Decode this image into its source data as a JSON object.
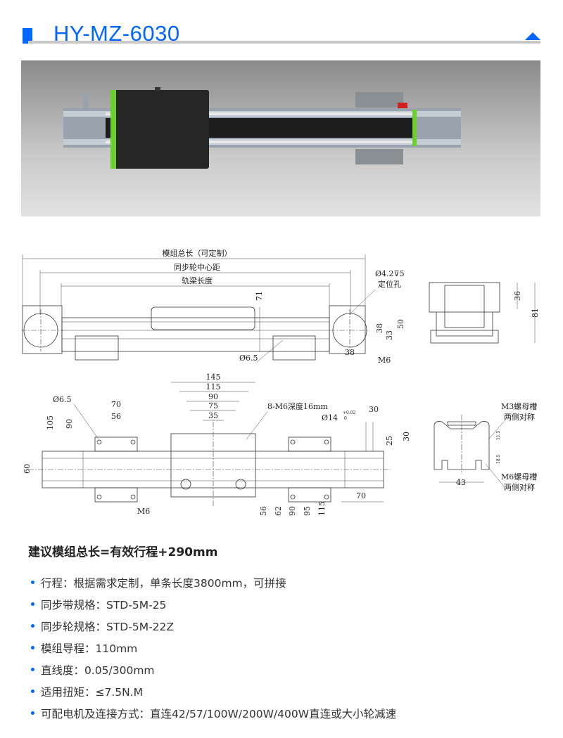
{
  "header": {
    "title": "HY-MZ-6030",
    "collapse_icon": "triangle-up-icon",
    "accent": "#0066ff"
  },
  "drawing_top": {
    "total_length": "模组总长（可定制）",
    "pulley_center": "同步轮中心距",
    "beam_length": "轨梁长度",
    "d71": "71",
    "hole": "Ø4.2⊽5",
    "hole_note": "定位孔",
    "d38v": "38",
    "d33": "33",
    "d50": "50",
    "d38h": "38",
    "m6": "M6",
    "d65": "Ø6.5",
    "end_d36": "36",
    "end_d81": "81"
  },
  "drawing_bottom": {
    "d145": "145",
    "d115": "115",
    "d90": "90",
    "d75": "75",
    "d35": "35",
    "d65": "Ø6.5",
    "d70": "70",
    "d56": "56",
    "d105": "105",
    "d90v": "90",
    "d60": "60",
    "m6": "M6",
    "tapped": "8-M6深度16mm",
    "shaft": "Ø14",
    "tol_up": "+0.02",
    "tol_low": "0",
    "d30": "30",
    "d25": "25",
    "d30v": "30",
    "d70r": "70",
    "vdims": [
      "56",
      "62",
      "90",
      "95",
      "115"
    ]
  },
  "profile": {
    "m3_slot": "M3螺母槽",
    "m3_sym": "两侧对称",
    "m6_slot": "M6螺母槽",
    "m6_sym": "两侧对称",
    "d43": "43",
    "d11": "11.5",
    "d18": "18.5"
  },
  "heading": "建议模组总长=有效行程+290mm",
  "specs": [
    "行程：根据需求定制，单条长度3800mm，可拼接",
    "同步带规格：STD-5M-25",
    "同步轮规格：STD-5M-22Z",
    "模组导程：110mm",
    "直线度：0.05/300mm",
    "适用扭矩：≤7.5N.M",
    "可配电机及连接方式：直连42/57/100W/200W/400W直连或大小轮减速"
  ]
}
